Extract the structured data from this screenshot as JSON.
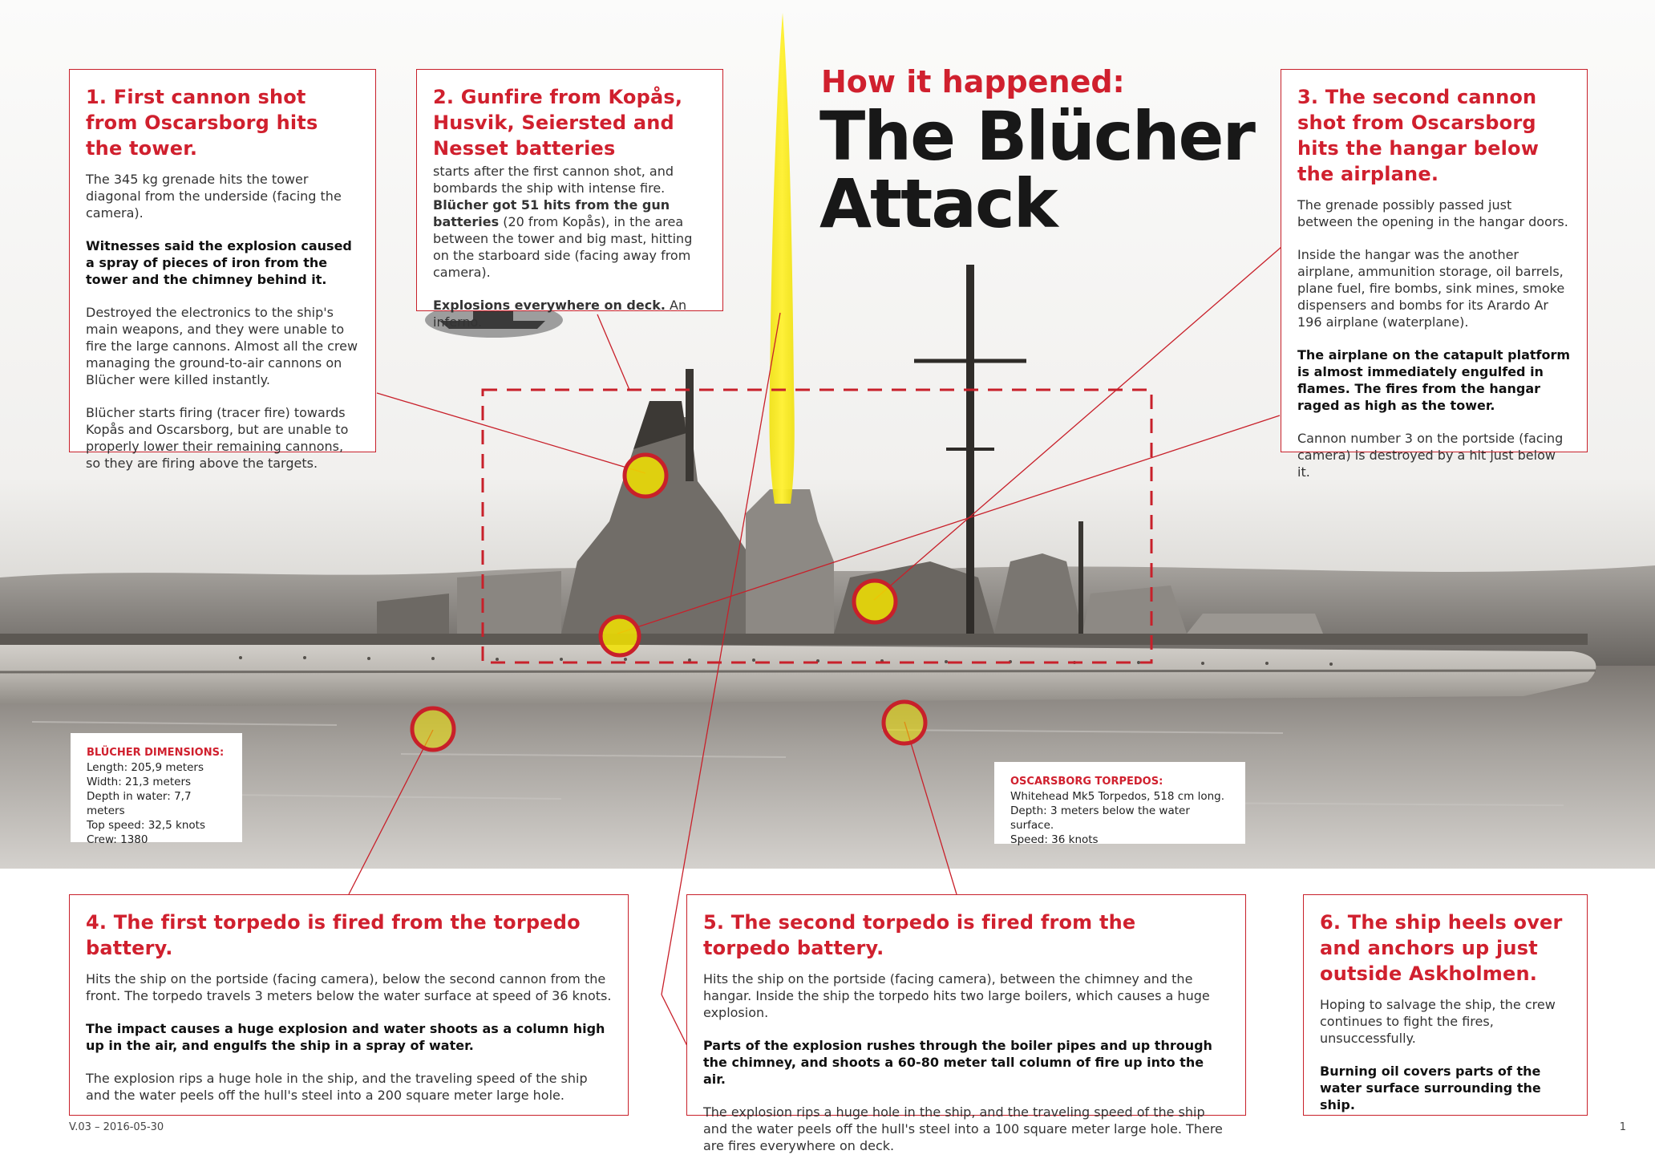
{
  "header": {
    "kicker": "How it happened:",
    "title_line1": "The Blücher",
    "title_line2": "Attack"
  },
  "boxes": {
    "b1": {
      "title": "1. First cannon shot from Oscarsborg hits the tower.",
      "p1": "The 345 kg grenade hits the tower diagonal from the underside (facing the camera).",
      "p2": "Witnesses said the explosion caused a spray of pieces of iron from the tower and the chimney behind it.",
      "p3": "Destroyed the electronics to the ship's main weapons, and they were unable to fire the large cannons. Almost all the crew managing the ground-to-air cannons on Blücher were killed instantly.",
      "p4": "Blücher starts firing (tracer fire) towards Kopås and Oscarsborg, but are unable to properly lower their remaining cannons, so they are firing above the targets."
    },
    "b2": {
      "title": "2. Gunfire from Kopås, Husvik, Seiersted and Nesset batteries",
      "p1": "starts after the first cannon shot, and bombards the ship with intense fire.",
      "p2_bold": "Blücher got 51 hits from the gun batteries",
      "p2_rest": " (20 from Kopås), in the area between the tower and big mast, hitting on the starboard side (facing away from camera).",
      "p3_bold": "Explosions everywhere on deck.",
      "p3_rest": " An inferno."
    },
    "b3": {
      "title": "3. The second cannon shot from Oscarsborg hits the hangar below the airplane.",
      "p1": "The grenade possibly passed just between the opening in the hangar doors.",
      "p2": "Inside the hangar was the another airplane, ammunition storage, oil barrels, plane fuel, fire bombs, sink mines, smoke dispensers and bombs for its Arardo Ar 196 airplane (waterplane).",
      "p3": "The airplane on the catapult platform is almost immediately engulfed in flames. The fires from the hangar raged as high as the tower.",
      "p4": "Cannon number 3 on the portside (facing camera) is destroyed by a hit just below it."
    },
    "b4": {
      "title": "4. The first torpedo is fired from the torpedo battery.",
      "p1": "Hits the ship on the portside (facing camera), below the second cannon from the front. The torpedo travels 3 meters below the water surface at speed of 36 knots.",
      "p2": "The impact causes a huge explosion and water shoots as a column high up in the air, and engulfs the ship in a spray of water.",
      "p3": "The explosion rips a huge hole in the ship, and the traveling speed of the ship and the water peels off the hull's steel into a 200 square meter large hole."
    },
    "b5": {
      "title": "5. The second torpedo is fired from the torpedo battery.",
      "p1": "Hits the ship on the portside (facing camera), between the chimney and the hangar. Inside the ship the torpedo hits two large boilers, which causes a huge explosion.",
      "p2": "Parts of the explosion rushes through the boiler pipes and up through the chimney, and shoots a 60-80 meter tall column of fire up into the air.",
      "p3": "The explosion rips a huge hole in the ship, and the traveling speed of the ship and the water peels off the hull's steel into a 100 square meter large hole. There are fires everywhere on deck."
    },
    "b6": {
      "title": "6. The ship heels over and anchors up just outside Askholmen.",
      "p1": "Hoping to salvage the ship, the crew continues to fight the fires, unsuccessfully.",
      "p2": "Burning oil covers parts of the water surface surrounding the ship."
    }
  },
  "dimensions": {
    "heading": "BLÜCHER DIMENSIONS:",
    "lines": [
      "Length: 205,9 meters",
      "Width: 21,3 meters",
      "Depth in water: 7,7 meters",
      "Top speed: 32,5 knots",
      "Crew: 1380"
    ]
  },
  "torpedoes": {
    "heading": "OSCARSBORG TORPEDOS:",
    "lines": [
      "Whitehead Mk5 Torpedos, 518 cm long.",
      "Depth: 3 meters below the water surface.",
      "Speed: 36 knots"
    ]
  },
  "footer": {
    "version": "V.03  –  2016-05-30",
    "page": "1"
  },
  "colors": {
    "accent_red": "#d0202e",
    "highlight_yellow": "#f2e200"
  }
}
